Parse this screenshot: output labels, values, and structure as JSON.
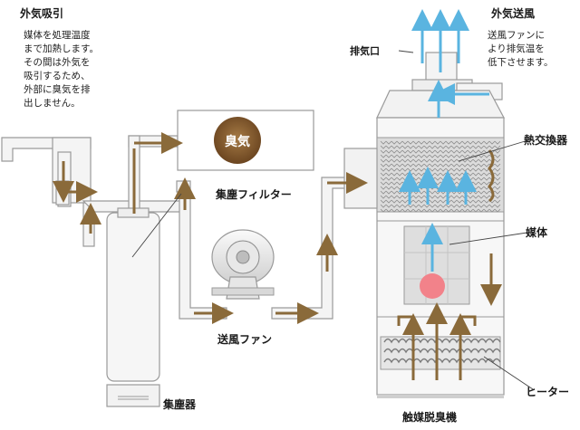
{
  "intake": {
    "title": "外気吸引",
    "lines": [
      "媒体を処理温度",
      "まで加熱します。",
      "その間は外気を",
      "吸引するため、",
      "外部に臭気を排",
      "出しません。"
    ]
  },
  "exhaust": {
    "title": "外気送風",
    "lines": [
      "送風ファンに",
      "より排気温を",
      "低下させます。"
    ]
  },
  "labels": {
    "exhaust_port": "排気口",
    "heat_exchanger": "熱交換器",
    "dust_filter": "集塵フィルター",
    "medium": "媒体",
    "blower": "送風ファン",
    "heater": "ヒーター",
    "dust_collector": "集塵器",
    "catalytic_unit": "触媒脱臭機",
    "odor": "臭気"
  },
  "colors": {
    "pipe_fill": "#f4f4f4",
    "pipe_stroke": "#9a9a9a",
    "odor_flow": "#8a6a3a",
    "fresh_air": "#5ab4e0",
    "odor_badge": "#7a5428",
    "medium_dot": "#f2828a",
    "medium_block": "#dedede"
  }
}
